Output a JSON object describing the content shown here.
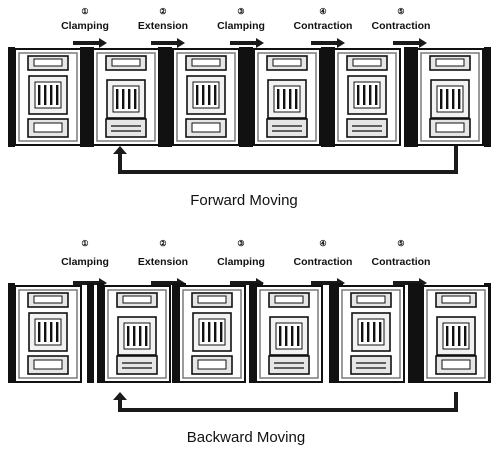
{
  "forward": {
    "step_markers": [
      "①",
      "②",
      "③",
      "④",
      "⑤"
    ],
    "steps": [
      "Clamping",
      "Extension",
      "Clamping",
      "Contraction",
      "Contraction"
    ],
    "caption": "Forward Moving"
  },
  "backward": {
    "step_markers": [
      "①",
      "②",
      "③",
      "④",
      "⑤"
    ],
    "steps": [
      "Clamping",
      "Extension",
      "Clamping",
      "Contraction",
      "Contraction"
    ],
    "caption": "Backward Moving"
  },
  "colors": {
    "ink": "#111111",
    "shade": "#7a7a7a",
    "light": "#e6e6e6",
    "arrow": "#1a1a1a"
  },
  "icons": {
    "robot": "inchworm-robot-icon",
    "step_arrow": "right-arrow-icon",
    "return_arrow": "return-arrow-icon"
  }
}
